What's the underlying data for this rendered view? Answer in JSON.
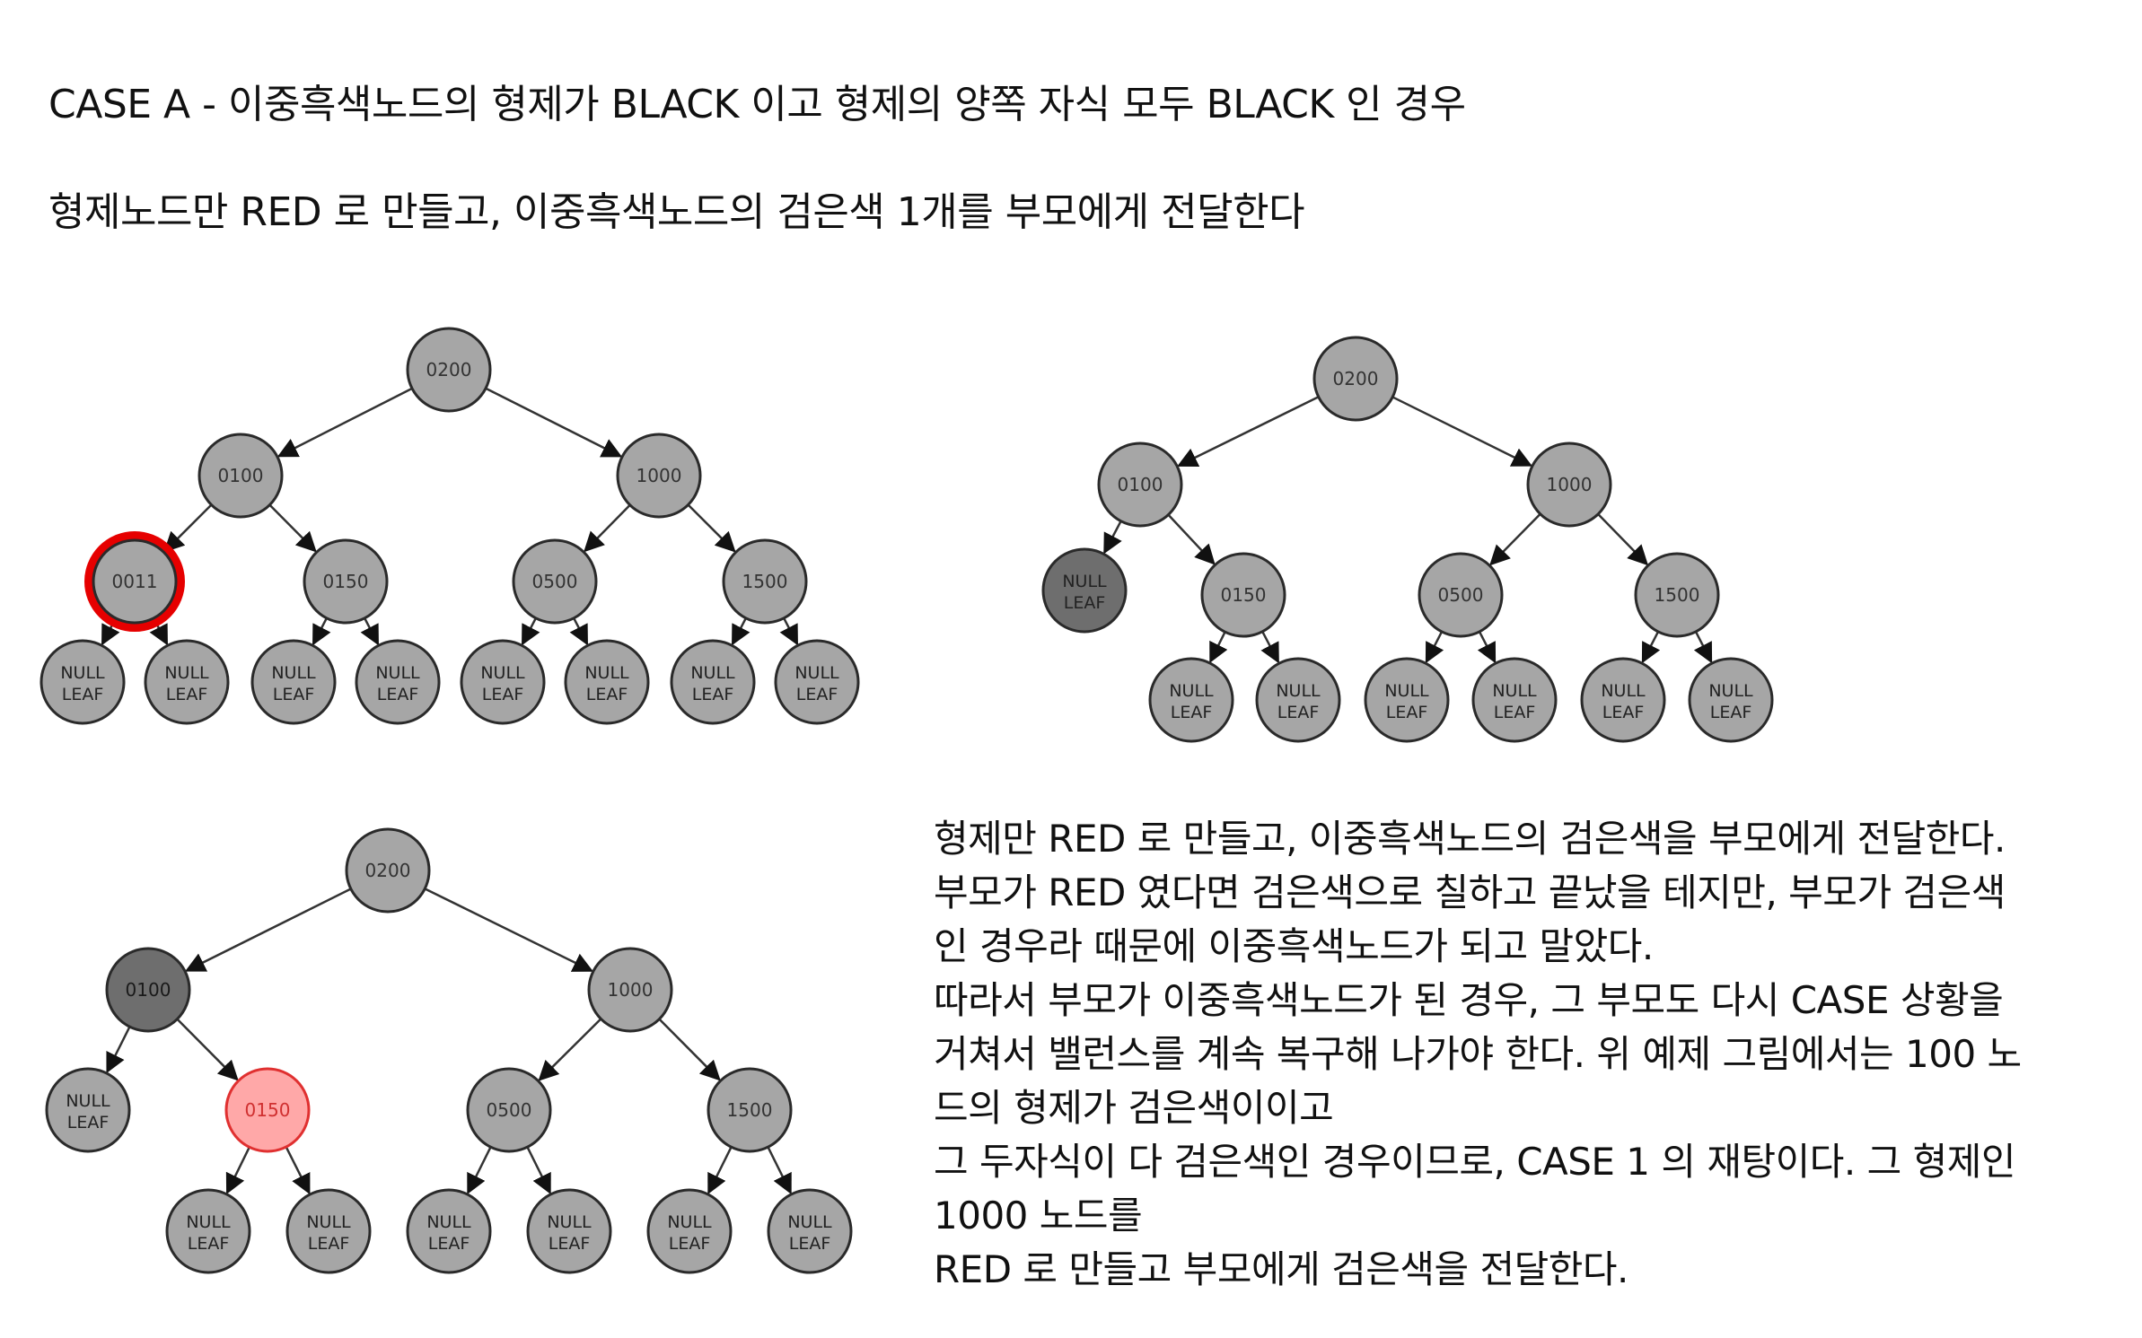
{
  "heading1": "CASE A - 이중흑색노드의 형제가 BLACK 이고 형제의 양쪽 자식 모두 BLACK 인 경우",
  "heading2": "형제노드만 RED 로 만들고, 이중흑색노드의 검은색 1개를 부모에게 전달한다",
  "colors": {
    "node_gray": "#a6a6a6",
    "node_dark": "#6e6e6e",
    "node_red_fill": "#ffa8a8",
    "node_red_stroke": "#e03030",
    "highlight_ring": "#e60000",
    "edge": "#333333"
  },
  "null_label_top": "NULL",
  "null_label_bottom": "LEAF",
  "trees": {
    "tree1": {
      "nodes": [
        {
          "id": "n200",
          "label": "0200",
          "style": "gray"
        },
        {
          "id": "n100",
          "label": "0100",
          "style": "gray"
        },
        {
          "id": "n1000",
          "label": "1000",
          "style": "gray"
        },
        {
          "id": "n011",
          "label": "0011",
          "style": "highlight"
        },
        {
          "id": "n150",
          "label": "0150",
          "style": "gray"
        },
        {
          "id": "n500",
          "label": "0500",
          "style": "gray"
        },
        {
          "id": "n1500",
          "label": "1500",
          "style": "gray"
        },
        {
          "id": "l1",
          "label": "NULL LEAF",
          "style": "gray"
        },
        {
          "id": "l2",
          "label": "NULL LEAF",
          "style": "gray"
        },
        {
          "id": "l3",
          "label": "NULL LEAF",
          "style": "gray"
        },
        {
          "id": "l4",
          "label": "NULL LEAF",
          "style": "gray"
        },
        {
          "id": "l5",
          "label": "NULL LEAF",
          "style": "gray"
        },
        {
          "id": "l6",
          "label": "NULL LEAF",
          "style": "gray"
        },
        {
          "id": "l7",
          "label": "NULL LEAF",
          "style": "gray"
        },
        {
          "id": "l8",
          "label": "NULL LEAF",
          "style": "gray"
        }
      ],
      "edges": [
        [
          "n200",
          "n100"
        ],
        [
          "n200",
          "n1000"
        ],
        [
          "n100",
          "n011"
        ],
        [
          "n100",
          "n150"
        ],
        [
          "n1000",
          "n500"
        ],
        [
          "n1000",
          "n1500"
        ],
        [
          "n011",
          "l1"
        ],
        [
          "n011",
          "l2"
        ],
        [
          "n150",
          "l3"
        ],
        [
          "n150",
          "l4"
        ],
        [
          "n500",
          "l5"
        ],
        [
          "n500",
          "l6"
        ],
        [
          "n1500",
          "l7"
        ],
        [
          "n1500",
          "l8"
        ]
      ]
    },
    "tree2": {
      "nodes": [
        {
          "id": "n200",
          "label": "0200",
          "style": "gray"
        },
        {
          "id": "n100",
          "label": "0100",
          "style": "gray"
        },
        {
          "id": "n1000",
          "label": "1000",
          "style": "gray"
        },
        {
          "id": "nl",
          "label": "NULL LEAF",
          "style": "dark"
        },
        {
          "id": "n150",
          "label": "0150",
          "style": "gray"
        },
        {
          "id": "n500",
          "label": "0500",
          "style": "gray"
        },
        {
          "id": "n1500",
          "label": "1500",
          "style": "gray"
        },
        {
          "id": "l3",
          "label": "NULL LEAF",
          "style": "gray"
        },
        {
          "id": "l4",
          "label": "NULL LEAF",
          "style": "gray"
        },
        {
          "id": "l5",
          "label": "NULL LEAF",
          "style": "gray"
        },
        {
          "id": "l6",
          "label": "NULL LEAF",
          "style": "gray"
        },
        {
          "id": "l7",
          "label": "NULL LEAF",
          "style": "gray"
        },
        {
          "id": "l8",
          "label": "NULL LEAF",
          "style": "gray"
        }
      ],
      "edges": [
        [
          "n200",
          "n100"
        ],
        [
          "n200",
          "n1000"
        ],
        [
          "n100",
          "nl"
        ],
        [
          "n100",
          "n150"
        ],
        [
          "n1000",
          "n500"
        ],
        [
          "n1000",
          "n1500"
        ],
        [
          "n150",
          "l3"
        ],
        [
          "n150",
          "l4"
        ],
        [
          "n500",
          "l5"
        ],
        [
          "n500",
          "l6"
        ],
        [
          "n1500",
          "l7"
        ],
        [
          "n1500",
          "l8"
        ]
      ]
    },
    "tree3": {
      "nodes": [
        {
          "id": "n200",
          "label": "0200",
          "style": "gray"
        },
        {
          "id": "n100",
          "label": "0100",
          "style": "dark"
        },
        {
          "id": "n1000",
          "label": "1000",
          "style": "gray"
        },
        {
          "id": "nl",
          "label": "NULL LEAF",
          "style": "gray"
        },
        {
          "id": "n150",
          "label": "0150",
          "style": "red"
        },
        {
          "id": "n500",
          "label": "0500",
          "style": "gray"
        },
        {
          "id": "n1500",
          "label": "1500",
          "style": "gray"
        },
        {
          "id": "l3",
          "label": "NULL LEAF",
          "style": "gray"
        },
        {
          "id": "l4",
          "label": "NULL LEAF",
          "style": "gray"
        },
        {
          "id": "l5",
          "label": "NULL LEAF",
          "style": "gray"
        },
        {
          "id": "l6",
          "label": "NULL LEAF",
          "style": "gray"
        },
        {
          "id": "l7",
          "label": "NULL LEAF",
          "style": "gray"
        },
        {
          "id": "l8",
          "label": "NULL LEAF",
          "style": "gray"
        }
      ],
      "edges": [
        [
          "n200",
          "n100"
        ],
        [
          "n200",
          "n1000"
        ],
        [
          "n100",
          "nl"
        ],
        [
          "n100",
          "n150"
        ],
        [
          "n1000",
          "n500"
        ],
        [
          "n1000",
          "n1500"
        ],
        [
          "n150",
          "l3"
        ],
        [
          "n150",
          "l4"
        ],
        [
          "n500",
          "l5"
        ],
        [
          "n500",
          "l6"
        ],
        [
          "n1500",
          "l7"
        ],
        [
          "n1500",
          "l8"
        ]
      ]
    }
  },
  "explanation": [
    "형제만 RED 로 만들고, 이중흑색노드의 검은색을 부모에게 전달한다.",
    "부모가 RED 였다면 검은색으로 칠하고 끝났을 테지만, 부모가 검은색",
    "인 경우라 때문에 이중흑색노드가 되고 말았다.",
    "따라서 부모가 이중흑색노드가 된 경우, 그 부모도 다시 CASE 상황을",
    "거쳐서 밸런스를 계속 복구해 나가야 한다. 위 예제 그림에서는 100 노",
    "드의 형제가 검은색이이고",
    "그 두자식이 다 검은색인 경우이므로, CASE 1 의 재탕이다. 그 형제인",
    "1000 노드를",
    "RED 로 만들고 부모에게 검은색을 전달한다."
  ]
}
